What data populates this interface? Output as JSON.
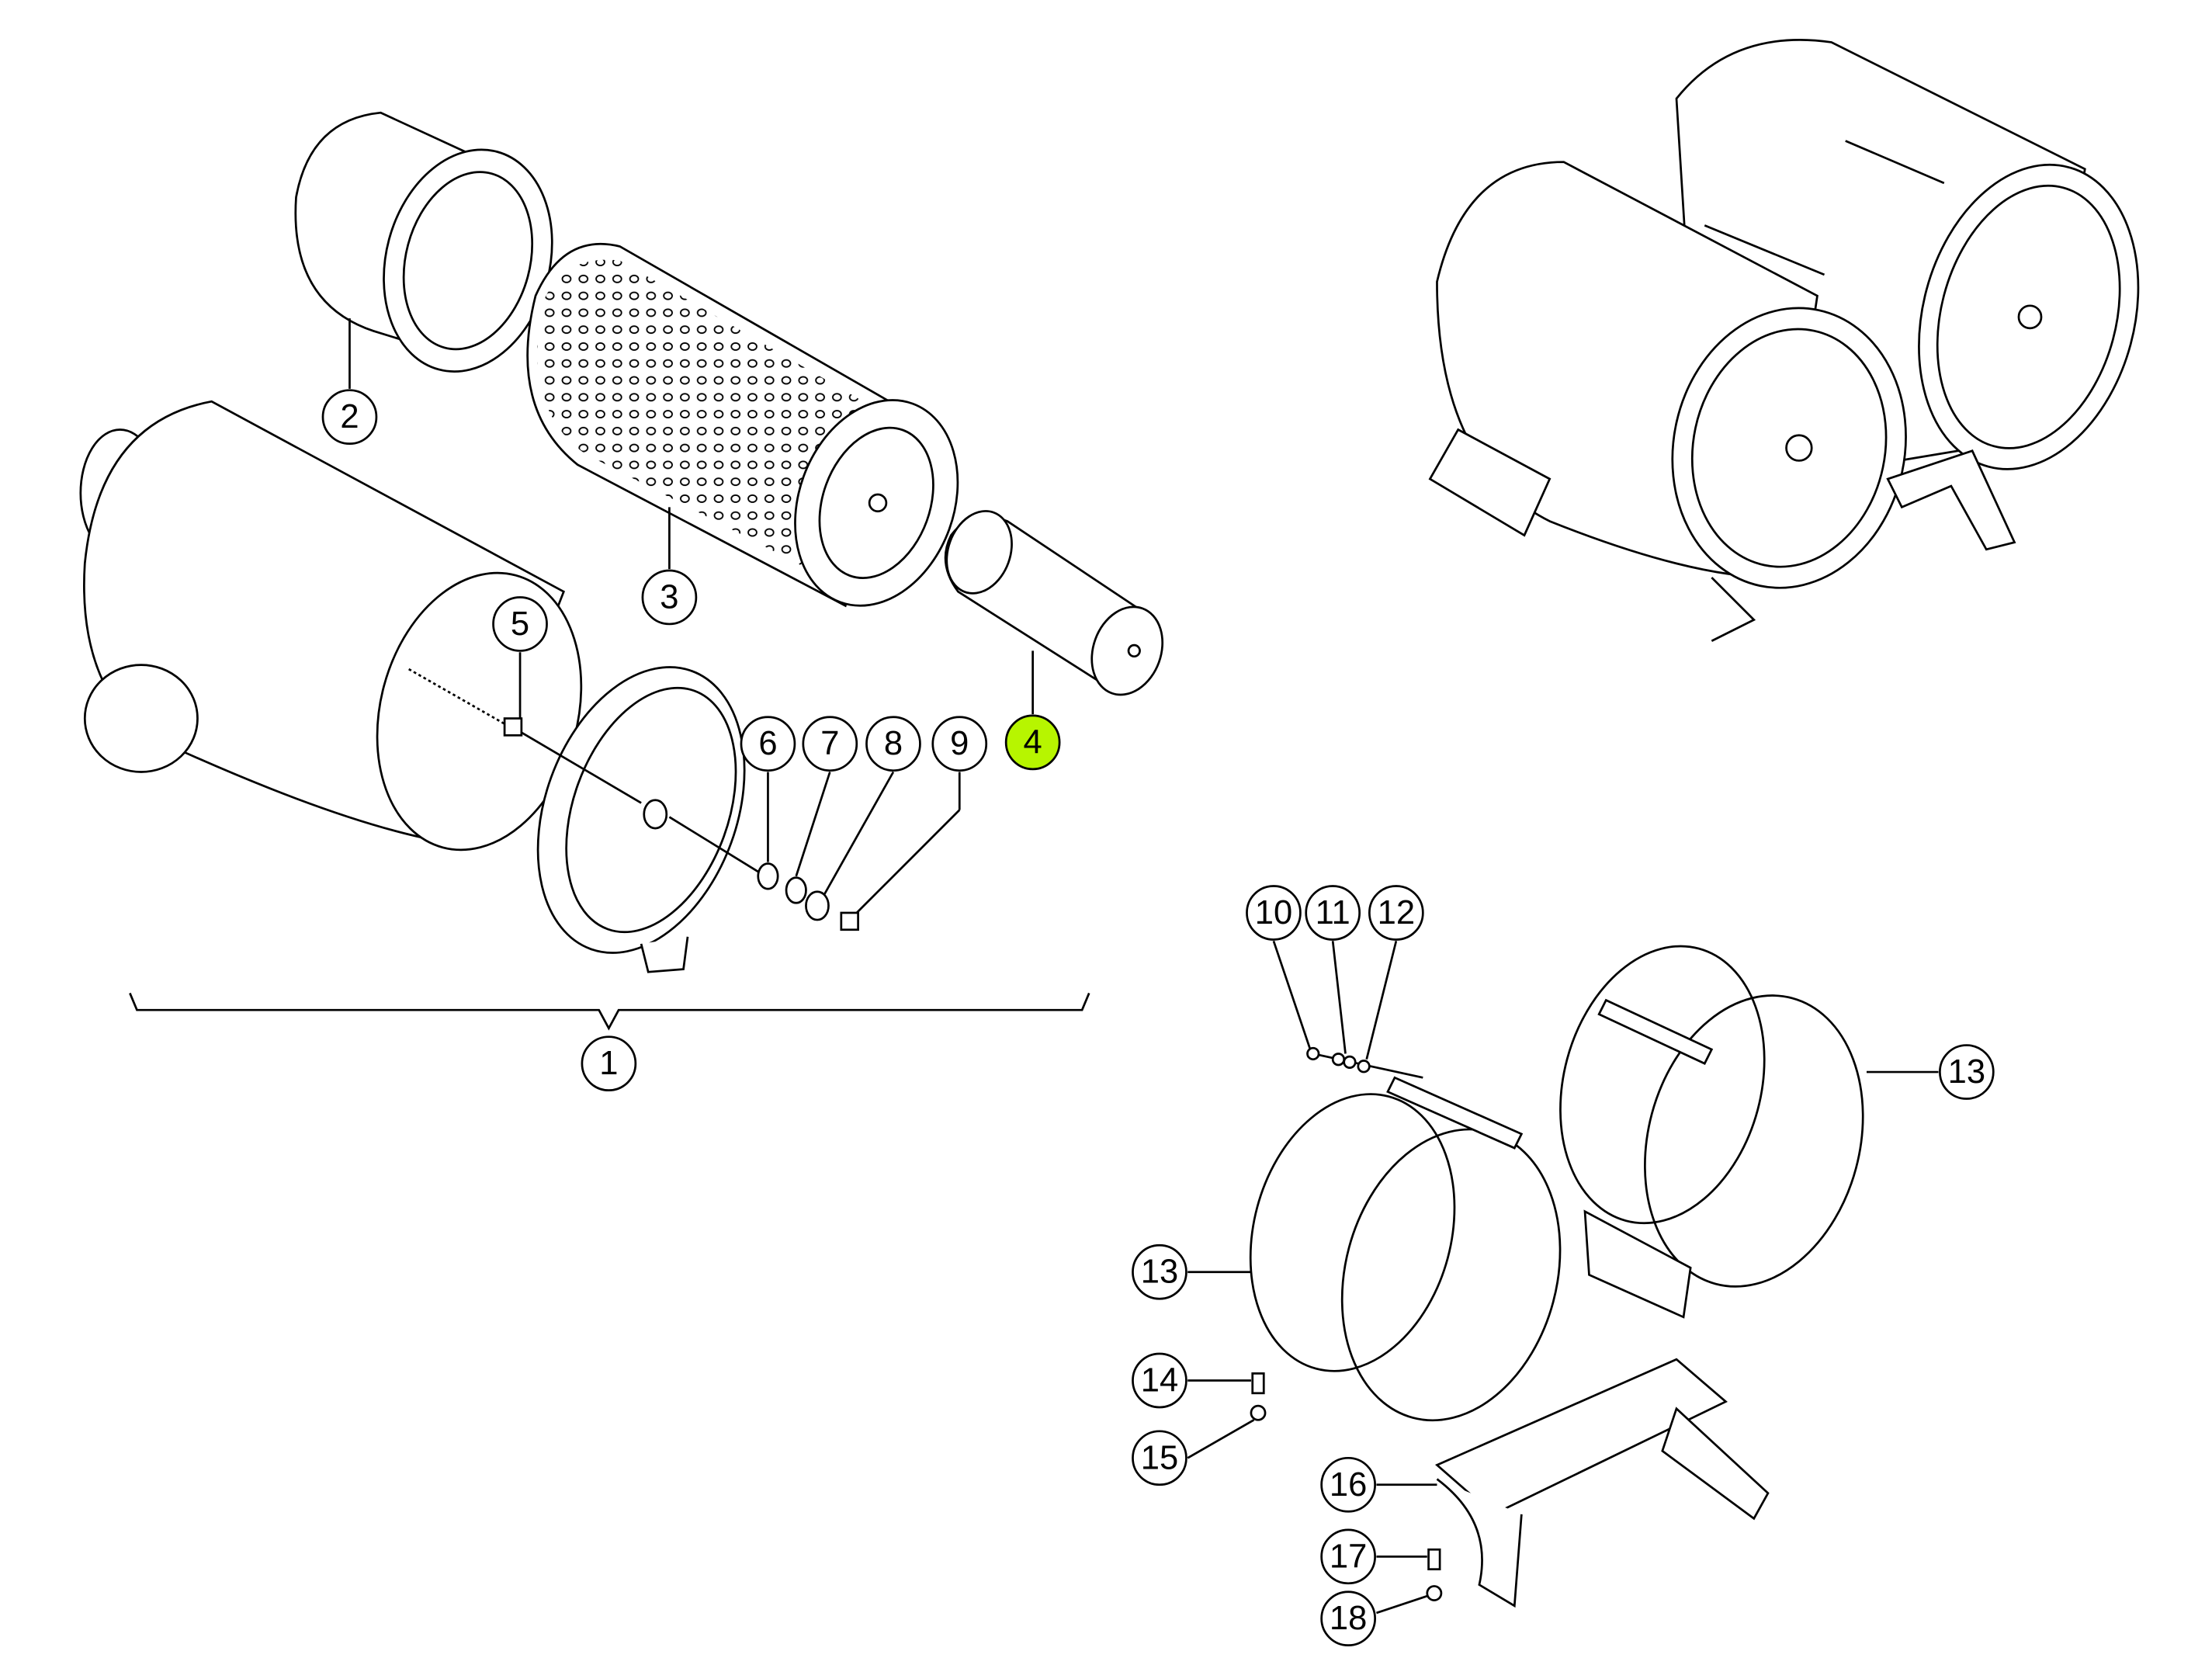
{
  "diagram": {
    "highlight_color": "#b7f500",
    "callouts": [
      {
        "id": "c1",
        "label": "1"
      },
      {
        "id": "c2",
        "label": "2"
      },
      {
        "id": "c3",
        "label": "3"
      },
      {
        "id": "c4",
        "label": "4",
        "highlighted": true
      },
      {
        "id": "c5",
        "label": "5"
      },
      {
        "id": "c6",
        "label": "6"
      },
      {
        "id": "c7",
        "label": "7"
      },
      {
        "id": "c8",
        "label": "8"
      },
      {
        "id": "c9",
        "label": "9"
      },
      {
        "id": "c10",
        "label": "10"
      },
      {
        "id": "c11",
        "label": "11"
      },
      {
        "id": "c12",
        "label": "12"
      },
      {
        "id": "c13a",
        "label": "13"
      },
      {
        "id": "c13b",
        "label": "13"
      },
      {
        "id": "c14",
        "label": "14"
      },
      {
        "id": "c15",
        "label": "15"
      },
      {
        "id": "c16",
        "label": "16"
      },
      {
        "id": "c17",
        "label": "17"
      },
      {
        "id": "c18",
        "label": "18"
      }
    ]
  }
}
